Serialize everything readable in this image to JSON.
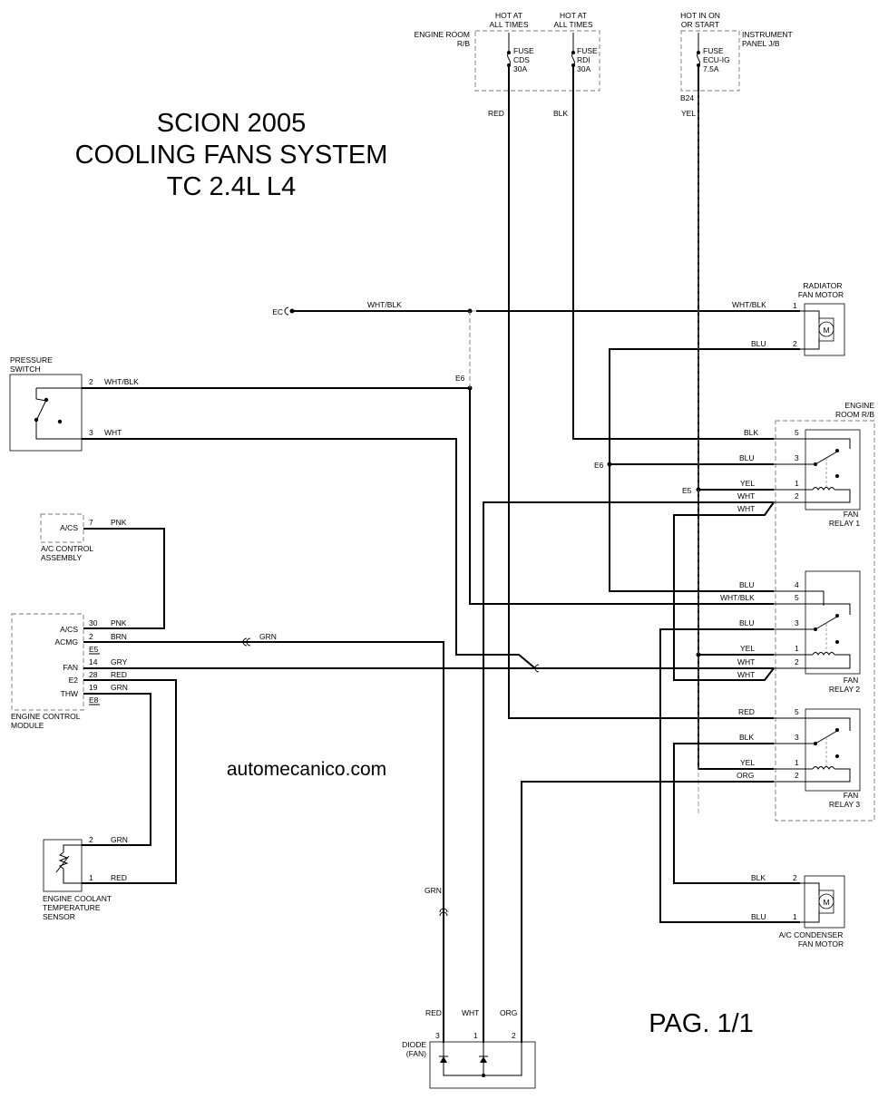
{
  "title": {
    "line1": "SCION 2005",
    "line2": "COOLING FANS SYSTEM",
    "line3": "TC 2.4L L4"
  },
  "watermark": "automecanico.com",
  "page_label": "PAG. 1/1",
  "fuse_blocks": {
    "engine_room_label_1": "ENGINE ROOM",
    "engine_room_label_2": "R/B",
    "hot_always_a_1": "HOT AT",
    "hot_always_a_2": "ALL TIMES",
    "hot_always_b_1": "HOT AT",
    "hot_always_b_2": "ALL TIMES",
    "fuse_cds": [
      "FUSE",
      "CDS",
      "30A"
    ],
    "fuse_rdi": [
      "FUSE",
      "RDI",
      "30A"
    ],
    "hot_run_1": "HOT IN ON",
    "hot_run_2": "OR START",
    "ip_label_1": "INSTRUMENT",
    "ip_label_2": "PANEL J/B",
    "fuse_ecu": [
      "FUSE",
      "ECU-IG",
      "7.5A"
    ],
    "b24": "B24"
  },
  "wire_colors": {
    "red": "RED",
    "blk": "BLK",
    "yel": "YEL",
    "whtblk": "WHT/BLK",
    "blu": "BLU",
    "wht": "WHT",
    "pnk": "PNK",
    "brn": "BRN",
    "grn": "GRN",
    "gry": "GRY",
    "org": "ORG"
  },
  "splices": {
    "ec": "EC",
    "e6": "E6",
    "e5": "E5"
  },
  "components": {
    "radiator_fan_1": "RADIATOR",
    "radiator_fan_2": "FAN MOTOR",
    "motor_symbol": "M",
    "pressure_switch_1": "PRESSURE",
    "pressure_switch_2": "SWITCH",
    "ac_control_pin": "A/CS",
    "ac_control_1": "A/C CONTROL",
    "ac_control_2": "ASSEMBLY",
    "ecm_pins": [
      "A/CS",
      "ACMG",
      "E5",
      "FAN",
      "E2",
      "THW",
      "E8"
    ],
    "ecm_1": "ENGINE CONTROL",
    "ecm_2": "MODULE",
    "ect_1": "ENGINE COOLANT",
    "ect_2": "TEMPERATURE",
    "ect_3": "SENSOR",
    "engine_room_rb_1": "ENGINE",
    "engine_room_rb_2": "ROOM R/B",
    "relay1_1": "FAN",
    "relay1_2": "RELAY 1",
    "relay2_1": "FAN",
    "relay2_2": "RELAY 2",
    "relay3_1": "FAN",
    "relay3_2": "RELAY 3",
    "ac_fan_1": "A/C CONDENSER",
    "ac_fan_2": "FAN MOTOR",
    "diode_1": "DIODE",
    "diode_2": "(FAN)"
  },
  "pins": {
    "n1": "1",
    "n2": "2",
    "n3": "3",
    "n4": "4",
    "n5": "5",
    "n7": "7",
    "n14": "14",
    "n19": "19",
    "n28": "28",
    "n30": "30"
  }
}
